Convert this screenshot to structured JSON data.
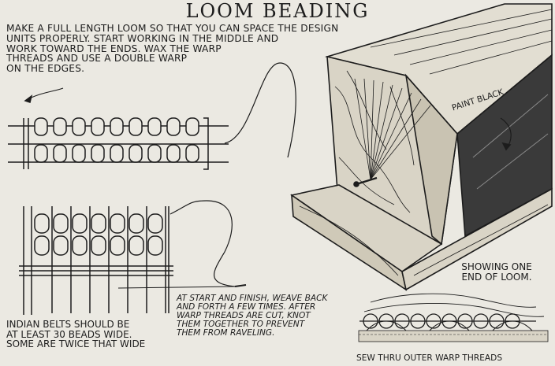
{
  "title": "LOOM BEADING",
  "intro_lines": [
    "MAKE A FULL LENGTH LOOM SO THAT YOU CAN SPACE THE DESIGN",
    "UNITS PROPERLY. START WORKING IN THE MIDDLE AND",
    "WORK TOWARD THE ENDS. WAX THE WARP",
    "THREADS AND USE A DOUBLE WARP",
    "ON THE EDGES."
  ],
  "labels": {
    "paint_black": "PAINT BLACK",
    "showing_lines": [
      "SHOWING ONE",
      "END OF LOOM."
    ],
    "indian_lines": [
      "INDIAN BELTS SHOULD BE",
      "AT LEAST 30 BEADS WIDE.",
      "SOME ARE TWICE THAT WIDE"
    ],
    "start_lines": [
      "AT START AND FINISH, WEAVE BACK",
      "AND FORTH A FEW TIMES. AFTER",
      "WARP THREADS ARE CUT, KNOT",
      "THEM TOGETHER TO PREVENT",
      "THEM FROM RAVELING."
    ],
    "sew": "SEW THRU OUTER WARP THREADS"
  },
  "colors": {
    "paper": "#ebe9e2",
    "ink": "#1c1c1c",
    "wood": "#d9d4c6",
    "dark": "#3a3a3a"
  },
  "icons": [
    "bead-strip-icon",
    "loom-icon",
    "needle-icon",
    "edge-stitch-icon"
  ]
}
